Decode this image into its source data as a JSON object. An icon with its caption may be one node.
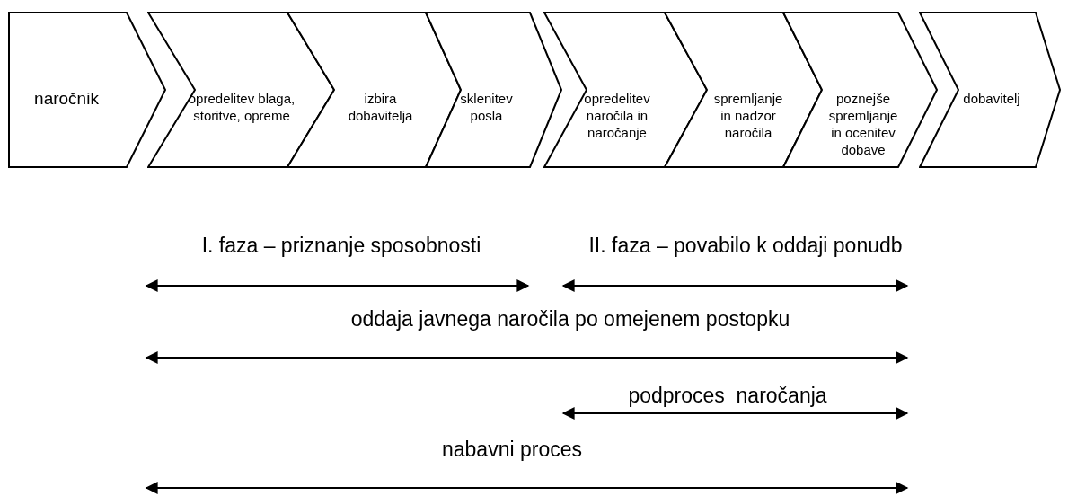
{
  "diagram": {
    "nodes": [
      {
        "text": [
          "naročnik"
        ]
      },
      {
        "text": [
          "opredelitev blaga, storitve, opreme"
        ]
      },
      {
        "text": [
          "izbira dobavitelja"
        ]
      },
      {
        "text": [
          "sklenitev posla"
        ]
      },
      {
        "text": [
          "opredelitev naročila in naročanje"
        ]
      },
      {
        "text": [
          "spremljanje in nadzor naročila"
        ]
      },
      {
        "text": [
          "poznejše spremljanje in ocenitev dobave"
        ]
      },
      {
        "text": [
          "dobavitelj"
        ]
      }
    ],
    "labels": [
      "I. faza – priznanje sposobnosti",
      "II. faza – povabilo k oddaji ponudb",
      "oddaja javnega naročila po omejenem postopku",
      "podproces  naročanja",
      "nabavni proces"
    ]
  }
}
